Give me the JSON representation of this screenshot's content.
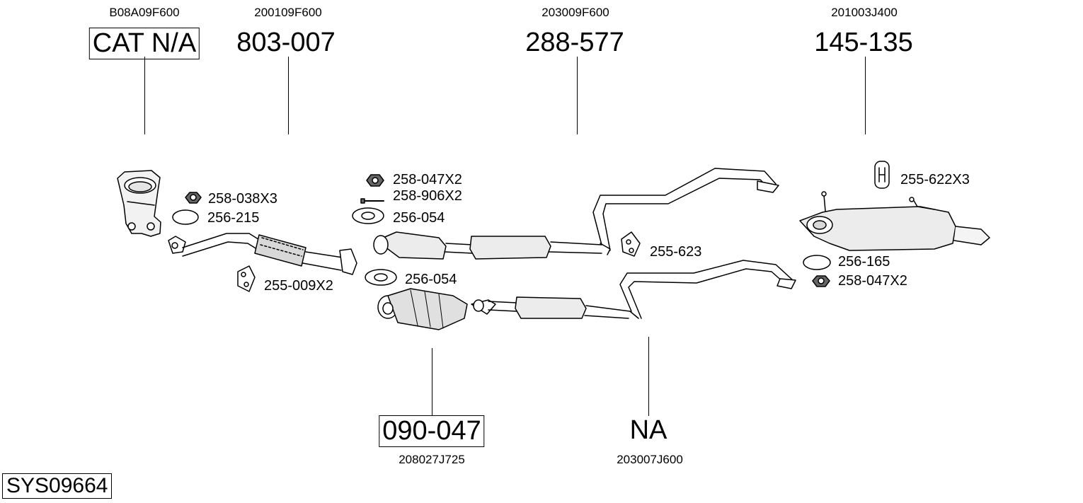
{
  "system_code": "SYS09664",
  "top_parts": [
    {
      "oem": "B08A09F600",
      "part": "CAT N/A",
      "boxed": true
    },
    {
      "oem": "200109F600",
      "part": "803-007",
      "boxed": false
    },
    {
      "oem": "203009F600",
      "part": "288-577",
      "boxed": false
    },
    {
      "oem": "201003J400",
      "part": "145-135",
      "boxed": false
    }
  ],
  "bottom_parts": [
    {
      "oem": "208027J725",
      "part": "090-047",
      "boxed": true
    },
    {
      "oem": "203007J600",
      "part": "NA",
      "boxed": false
    }
  ],
  "accessories": [
    {
      "id": "nut-1",
      "label": "258-038X3",
      "icon": "nut-icon"
    },
    {
      "id": "gasket-1",
      "label": "256-215",
      "icon": "ring-gasket-icon"
    },
    {
      "id": "hanger-1",
      "label": "255-009X2",
      "icon": "rubber-hanger-icon"
    },
    {
      "id": "nut-2",
      "label": "258-047X2",
      "icon": "nut-icon"
    },
    {
      "id": "bolt-1",
      "label": "258-906X2",
      "icon": "bolt-icon"
    },
    {
      "id": "gasket-2",
      "label": "256-054",
      "icon": "flange-gasket-icon"
    },
    {
      "id": "gasket-3",
      "label": "256-054",
      "icon": "flange-gasket-icon"
    },
    {
      "id": "hanger-2",
      "label": "255-623",
      "icon": "rubber-hanger-icon"
    },
    {
      "id": "clamp-1",
      "label": "255-622X3",
      "icon": "clamp-icon"
    },
    {
      "id": "gasket-4",
      "label": "256-165",
      "icon": "ring-gasket-icon"
    },
    {
      "id": "nut-3",
      "label": "258-047X2",
      "icon": "nut-icon"
    }
  ]
}
